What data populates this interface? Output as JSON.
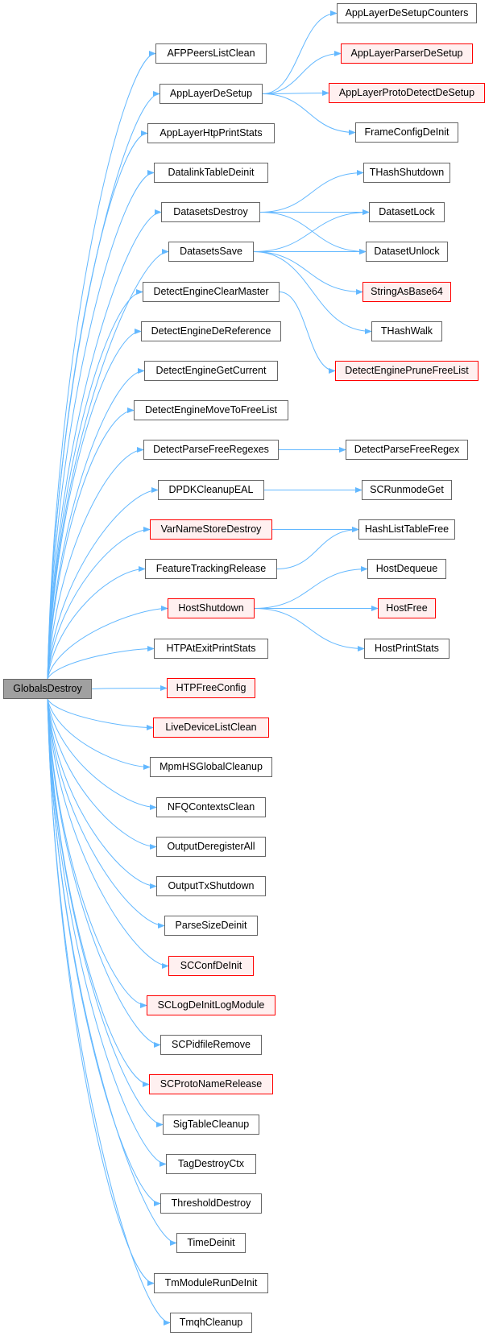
{
  "colors": {
    "edge": "#63b8ff",
    "node_border": "#666666",
    "root_fill": "#a0a0a0",
    "truncated_border": "#ff0000",
    "truncated_fill": "#fff0f0"
  },
  "nodes": {
    "GlobalsDestroy": {
      "label": "GlobalsDestroy",
      "kind": "root"
    },
    "AFPPeersListClean": {
      "label": "AFPPeersListClean",
      "kind": "normal"
    },
    "AppLayerDeSetup": {
      "label": "AppLayerDeSetup",
      "kind": "normal"
    },
    "AppLayerHtpPrintStats": {
      "label": "AppLayerHtpPrintStats",
      "kind": "normal"
    },
    "DatalinkTableDeinit": {
      "label": "DatalinkTableDeinit",
      "kind": "normal"
    },
    "DatasetsDestroy": {
      "label": "DatasetsDestroy",
      "kind": "normal"
    },
    "DatasetsSave": {
      "label": "DatasetsSave",
      "kind": "normal"
    },
    "DetectEngineClearMaster": {
      "label": "DetectEngineClearMaster",
      "kind": "normal"
    },
    "DetectEngineDeReference": {
      "label": "DetectEngineDeReference",
      "kind": "normal"
    },
    "DetectEngineGetCurrent": {
      "label": "DetectEngineGetCurrent",
      "kind": "normal"
    },
    "DetectEngineMoveToFreeList": {
      "label": "DetectEngineMoveToFreeList",
      "kind": "normal"
    },
    "DetectParseFreeRegexes": {
      "label": "DetectParseFreeRegexes",
      "kind": "normal"
    },
    "DPDKCleanupEAL": {
      "label": "DPDKCleanupEAL",
      "kind": "normal"
    },
    "VarNameStoreDestroy": {
      "label": "VarNameStoreDestroy",
      "kind": "truncated"
    },
    "FeatureTrackingRelease": {
      "label": "FeatureTrackingRelease",
      "kind": "normal"
    },
    "HostShutdown": {
      "label": "HostShutdown",
      "kind": "truncated"
    },
    "HTPAtExitPrintStats": {
      "label": "HTPAtExitPrintStats",
      "kind": "normal"
    },
    "HTPFreeConfig": {
      "label": "HTPFreeConfig",
      "kind": "truncated"
    },
    "LiveDeviceListClean": {
      "label": "LiveDeviceListClean",
      "kind": "truncated"
    },
    "MpmHSGlobalCleanup": {
      "label": "MpmHSGlobalCleanup",
      "kind": "normal"
    },
    "NFQContextsClean": {
      "label": "NFQContextsClean",
      "kind": "normal"
    },
    "OutputDeregisterAll": {
      "label": "OutputDeregisterAll",
      "kind": "normal"
    },
    "OutputTxShutdown": {
      "label": "OutputTxShutdown",
      "kind": "normal"
    },
    "ParseSizeDeinit": {
      "label": "ParseSizeDeinit",
      "kind": "normal"
    },
    "SCConfDeInit": {
      "label": "SCConfDeInit",
      "kind": "truncated"
    },
    "SCLogDeInitLogModule": {
      "label": "SCLogDeInitLogModule",
      "kind": "truncated"
    },
    "SCPidfileRemove": {
      "label": "SCPidfileRemove",
      "kind": "normal"
    },
    "SCProtoNameRelease": {
      "label": "SCProtoNameRelease",
      "kind": "truncated"
    },
    "SigTableCleanup": {
      "label": "SigTableCleanup",
      "kind": "normal"
    },
    "TagDestroyCtx": {
      "label": "TagDestroyCtx",
      "kind": "normal"
    },
    "ThresholdDestroy": {
      "label": "ThresholdDestroy",
      "kind": "normal"
    },
    "TimeDeinit": {
      "label": "TimeDeinit",
      "kind": "normal"
    },
    "TmModuleRunDeInit": {
      "label": "TmModuleRunDeInit",
      "kind": "normal"
    },
    "TmqhCleanup": {
      "label": "TmqhCleanup",
      "kind": "normal"
    },
    "AppLayerDeSetupCounters": {
      "label": "AppLayerDeSetupCounters",
      "kind": "normal"
    },
    "AppLayerParserDeSetup": {
      "label": "AppLayerParserDeSetup",
      "kind": "truncated"
    },
    "AppLayerProtoDetectDeSetup": {
      "label": "AppLayerProtoDetectDeSetup",
      "kind": "truncated"
    },
    "FrameConfigDeInit": {
      "label": "FrameConfigDeInit",
      "kind": "normal"
    },
    "THashShutdown": {
      "label": "THashShutdown",
      "kind": "normal"
    },
    "DatasetLock": {
      "label": "DatasetLock",
      "kind": "normal"
    },
    "DatasetUnlock": {
      "label": "DatasetUnlock",
      "kind": "normal"
    },
    "StringAsBase64": {
      "label": "StringAsBase64",
      "kind": "truncated"
    },
    "THashWalk": {
      "label": "THashWalk",
      "kind": "normal"
    },
    "DetectEnginePruneFreeList": {
      "label": "DetectEnginePruneFreeList",
      "kind": "truncated"
    },
    "DetectParseFreeRegex": {
      "label": "DetectParseFreeRegex",
      "kind": "normal"
    },
    "SCRunmodeGet": {
      "label": "SCRunmodeGet",
      "kind": "normal"
    },
    "HashListTableFree": {
      "label": "HashListTableFree",
      "kind": "normal"
    },
    "HostDequeue": {
      "label": "HostDequeue",
      "kind": "normal"
    },
    "HostFree": {
      "label": "HostFree",
      "kind": "truncated"
    },
    "HostPrintStats": {
      "label": "HostPrintStats",
      "kind": "normal"
    }
  },
  "edges": [
    [
      "GlobalsDestroy",
      "AFPPeersListClean"
    ],
    [
      "GlobalsDestroy",
      "AppLayerDeSetup"
    ],
    [
      "GlobalsDestroy",
      "AppLayerHtpPrintStats"
    ],
    [
      "GlobalsDestroy",
      "DatalinkTableDeinit"
    ],
    [
      "GlobalsDestroy",
      "DatasetsDestroy"
    ],
    [
      "GlobalsDestroy",
      "DatasetsSave"
    ],
    [
      "GlobalsDestroy",
      "DetectEngineClearMaster"
    ],
    [
      "GlobalsDestroy",
      "DetectEngineDeReference"
    ],
    [
      "GlobalsDestroy",
      "DetectEngineGetCurrent"
    ],
    [
      "GlobalsDestroy",
      "DetectEngineMoveToFreeList"
    ],
    [
      "GlobalsDestroy",
      "DetectParseFreeRegexes"
    ],
    [
      "GlobalsDestroy",
      "DPDKCleanupEAL"
    ],
    [
      "GlobalsDestroy",
      "VarNameStoreDestroy"
    ],
    [
      "GlobalsDestroy",
      "FeatureTrackingRelease"
    ],
    [
      "GlobalsDestroy",
      "HostShutdown"
    ],
    [
      "GlobalsDestroy",
      "HTPAtExitPrintStats"
    ],
    [
      "GlobalsDestroy",
      "HTPFreeConfig"
    ],
    [
      "GlobalsDestroy",
      "LiveDeviceListClean"
    ],
    [
      "GlobalsDestroy",
      "MpmHSGlobalCleanup"
    ],
    [
      "GlobalsDestroy",
      "NFQContextsClean"
    ],
    [
      "GlobalsDestroy",
      "OutputDeregisterAll"
    ],
    [
      "GlobalsDestroy",
      "OutputTxShutdown"
    ],
    [
      "GlobalsDestroy",
      "ParseSizeDeinit"
    ],
    [
      "GlobalsDestroy",
      "SCConfDeInit"
    ],
    [
      "GlobalsDestroy",
      "SCLogDeInitLogModule"
    ],
    [
      "GlobalsDestroy",
      "SCPidfileRemove"
    ],
    [
      "GlobalsDestroy",
      "SCProtoNameRelease"
    ],
    [
      "GlobalsDestroy",
      "SigTableCleanup"
    ],
    [
      "GlobalsDestroy",
      "TagDestroyCtx"
    ],
    [
      "GlobalsDestroy",
      "ThresholdDestroy"
    ],
    [
      "GlobalsDestroy",
      "TimeDeinit"
    ],
    [
      "GlobalsDestroy",
      "TmModuleRunDeInit"
    ],
    [
      "GlobalsDestroy",
      "TmqhCleanup"
    ],
    [
      "AppLayerDeSetup",
      "AppLayerDeSetupCounters"
    ],
    [
      "AppLayerDeSetup",
      "AppLayerParserDeSetup"
    ],
    [
      "AppLayerDeSetup",
      "AppLayerProtoDetectDeSetup"
    ],
    [
      "AppLayerDeSetup",
      "FrameConfigDeInit"
    ],
    [
      "DatasetsDestroy",
      "THashShutdown"
    ],
    [
      "DatasetsDestroy",
      "DatasetLock"
    ],
    [
      "DatasetsDestroy",
      "DatasetUnlock"
    ],
    [
      "DatasetsSave",
      "DatasetLock"
    ],
    [
      "DatasetsSave",
      "DatasetUnlock"
    ],
    [
      "DatasetsSave",
      "StringAsBase64"
    ],
    [
      "DatasetsSave",
      "THashWalk"
    ],
    [
      "DetectEngineClearMaster",
      "DetectEnginePruneFreeList"
    ],
    [
      "DetectParseFreeRegexes",
      "DetectParseFreeRegex"
    ],
    [
      "DPDKCleanupEAL",
      "SCRunmodeGet"
    ],
    [
      "VarNameStoreDestroy",
      "HashListTableFree"
    ],
    [
      "FeatureTrackingRelease",
      "HashListTableFree"
    ],
    [
      "HostShutdown",
      "HostDequeue"
    ],
    [
      "HostShutdown",
      "HostFree"
    ],
    [
      "HostShutdown",
      "HostPrintStats"
    ]
  ]
}
